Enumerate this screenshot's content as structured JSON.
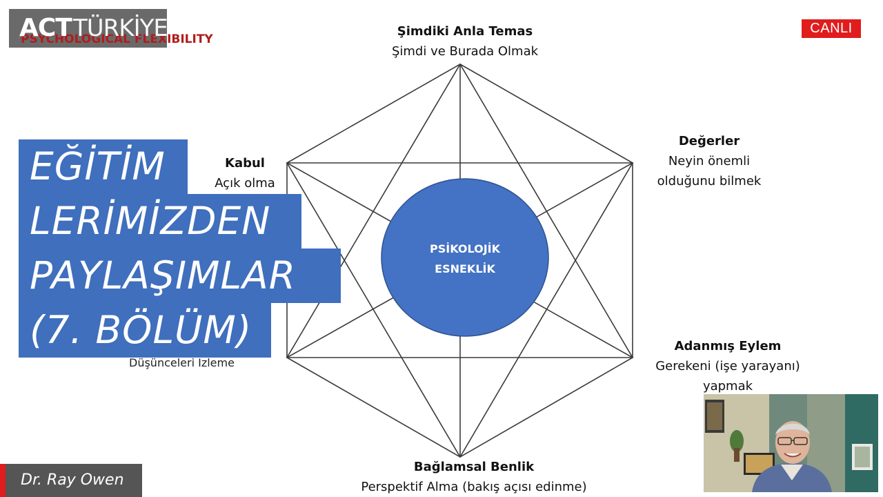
{
  "logo": {
    "act": "ACT",
    "turkiye": "TÜRKİYE",
    "subtitle": "PSYCHOLOGICAL FLEXIBILITY"
  },
  "live_badge": "CANLI",
  "hexaflex": {
    "center": {
      "line1": "PSİKOLOJİK",
      "line2": "ESNEKLİK"
    },
    "top": {
      "title": "Şimdiki Anla Temas",
      "sub": "Şimdi ve Burada Olmak"
    },
    "upper_right": {
      "title": "Değerler",
      "sub1": "Neyin önemli",
      "sub2": "olduğunu bilmek"
    },
    "lower_right": {
      "title": "Adanmış Eylem",
      "sub1": "Gerekeni (işe yarayanı)",
      "sub2": "yapmak"
    },
    "bottom": {
      "title": "Bağlamsal Benlik",
      "sub": "Perspektif Alma (bakış açısı edinme)"
    },
    "upper_left": {
      "title": "Kabul",
      "sub": "Açık olma"
    },
    "lower_left": {
      "sub": "Düşünceleri Izleme"
    }
  },
  "title_overlay": {
    "line1": "EĞİTİM",
    "line2": "LERİMİZDEN",
    "line3": "PAYLAŞIMLAR",
    "line4": "(7. BÖLÜM)"
  },
  "presenter": {
    "name": "Dr. Ray Owen"
  },
  "colors": {
    "accent_blue": "#3f6fbd",
    "circle_blue": "#4472c4",
    "live_red": "#e01c1c",
    "logo_red": "#b01c1c"
  }
}
